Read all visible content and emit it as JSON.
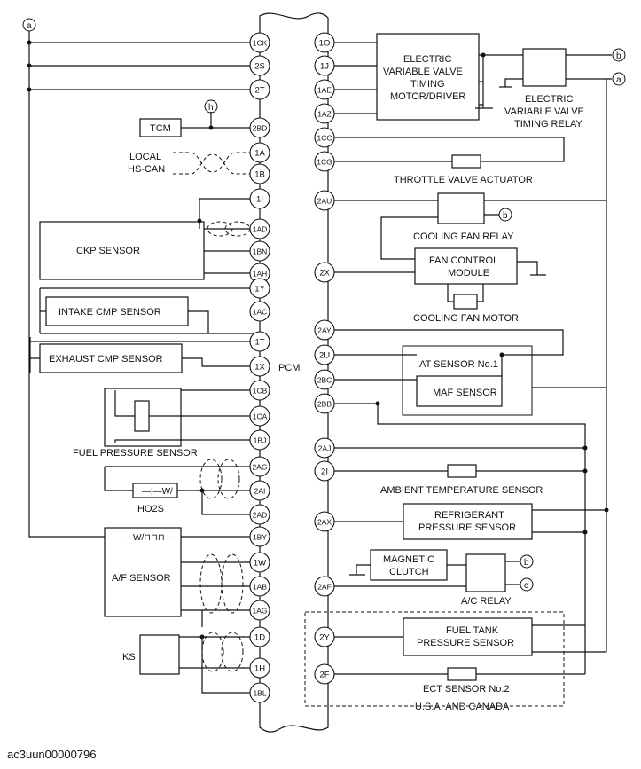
{
  "pcm": {
    "label": "PCM"
  },
  "refs": {
    "a": "a",
    "b": "b",
    "c": "c",
    "h": "h"
  },
  "pins": {
    "1CK": "1CK",
    "2S": "2S",
    "2T": "2T",
    "2BD": "2BD",
    "1A": "1A",
    "1B": "1B",
    "1I": "1I",
    "1AD": "1AD",
    "1BN": "1BN",
    "1AH": "1AH",
    "1Y": "1Y",
    "1AC": "1AC",
    "1T": "1T",
    "1X": "1X",
    "1CB": "1CB",
    "1CA": "1CA",
    "1BJ": "1BJ",
    "2AG": "2AG",
    "2AI": "2AI",
    "2AD": "2AD",
    "1BY": "1BY",
    "1W": "1W",
    "1AB": "1AB",
    "1AG": "1AG",
    "1D": "1D",
    "1H": "1H",
    "1BL": "1BL",
    "1O": "1O",
    "1J": "1J",
    "1AE": "1AE",
    "1AZ": "1AZ",
    "1CC": "1CC",
    "1CG": "1CG",
    "2AU": "2AU",
    "2X": "2X",
    "2AY": "2AY",
    "2U": "2U",
    "2BC": "2BC",
    "2BB": "2BB",
    "2AJ": "2AJ",
    "2I": "2I",
    "2AX": "2AX",
    "2AF": "2AF",
    "2Y": "2Y",
    "2F": "2F"
  },
  "components": {
    "tcm": "TCM",
    "local_hs_can_line1": "LOCAL",
    "local_hs_can_line2": "HS-CAN",
    "ckp_sensor": "CKP SENSOR",
    "intake_cmp_sensor": "INTAKE CMP SENSOR",
    "exhaust_cmp_sensor": "EXHAUST CMP SENSOR",
    "fuel_pressure_sensor": "FUEL PRESSURE SENSOR",
    "ho2s": "HO2S",
    "af_sensor": "A/F SENSOR",
    "ks": "KS",
    "evvt_motor_line1": "ELECTRIC",
    "evvt_motor_line2": "VARIABLE VALVE",
    "evvt_motor_line3": "TIMING",
    "evvt_motor_line4": "MOTOR/DRIVER",
    "evvt_relay_line1": "ELECTRIC",
    "evvt_relay_line2": "VARIABLE VALVE",
    "evvt_relay_line3": "TIMING RELAY",
    "throttle_valve_actuator": "THROTTLE VALVE ACTUATOR",
    "cooling_fan_relay": "COOLING FAN RELAY",
    "fan_control_module_line1": "FAN CONTROL",
    "fan_control_module_line2": "MODULE",
    "cooling_fan_motor": "COOLING FAN MOTOR",
    "iat_sensor_no1": "IAT SENSOR No.1",
    "maf_sensor": "MAF SENSOR",
    "ambient_temperature_sensor": "AMBIENT TEMPERATURE SENSOR",
    "refrigerant_pressure_sensor_line1": "REFRIGERANT",
    "refrigerant_pressure_sensor_line2": "PRESSURE SENSOR",
    "magnetic_clutch_line1": "MAGNETIC",
    "magnetic_clutch_line2": "CLUTCH",
    "ac_relay": "A/C RELAY",
    "fuel_tank_pressure_sensor_line1": "FUEL TANK",
    "fuel_tank_pressure_sensor_line2": "PRESSURE SENSOR",
    "ect_sensor_no2": "ECT SENSOR No.2",
    "usa_and_canada": "U.S.A. AND CANADA"
  },
  "caption": "ac3uun00000796"
}
